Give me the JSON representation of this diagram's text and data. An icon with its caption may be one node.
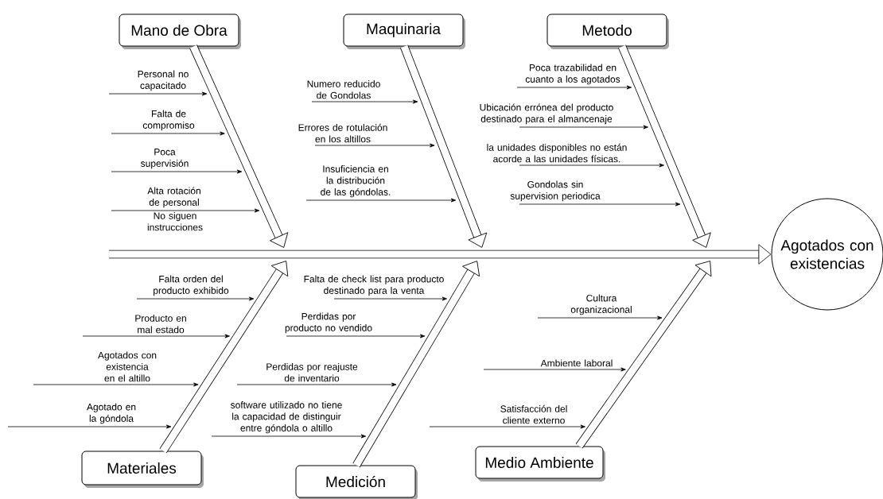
{
  "diagram": {
    "nodes": [
      {
        "text": [
          "Mano de Obra"
        ]
      },
      {
        "text": [
          "Maquinaria"
        ]
      },
      {
        "text": [
          "Metodo"
        ]
      },
      {
        "text": [
          "Agotados con existencias"
        ]
      },
      {
        "text": [
          "Materiales"
        ]
      },
      {
        "text": [
          "Medición"
        ]
      },
      {
        "text": [
          "Medio Ambiente"
        ]
      }
    ],
    "edges": [
      {
        "from": null,
        "to": 3,
        "arrow": "to"
      },
      {
        "from": 0,
        "to": null,
        "arrow": "to"
      },
      {
        "from": 1,
        "to": null,
        "arrow": "to"
      },
      {
        "from": 2,
        "to": null,
        "arrow": "to"
      },
      {
        "from": 4,
        "to": null,
        "arrow": "to"
      },
      {
        "from": 5,
        "to": null,
        "arrow": "to"
      },
      {
        "from": 6,
        "to": null,
        "arrow": "to"
      }
    ],
    "labels": [
      "Personal no capacitado",
      "Falta de compromiso",
      "Poca supervisión",
      "Alta rotación de personal",
      "No siguen instrucciones",
      "Numero reducido de Gondolas",
      "Errores de rotulación en los altillos",
      "Insuficiencia en la distribución de las góndolas.",
      "Poca trazabilidad en cuanto a los agotados",
      "Ubicación errónea del producto destinado para el almancenaje",
      "la unidades disponibles no están acorde a las unidades físicas.",
      "Gondolas sin supervision periodica",
      "Falta orden del producto exhibido",
      "Producto en mal estado",
      "Agotados con existencia en el altillo",
      "Agotado en la góndola",
      "Falta de check list para producto destinado para la venta",
      "Perdidas por producto no vendido",
      "Perdidas por reajuste de inventario",
      "software utilizado no tiene la capacidad de distinguir entre góndola o altillo",
      "Cultura organizacional",
      "Ambiente laboral",
      "Satisfacción del cliente externo"
    ]
  }
}
